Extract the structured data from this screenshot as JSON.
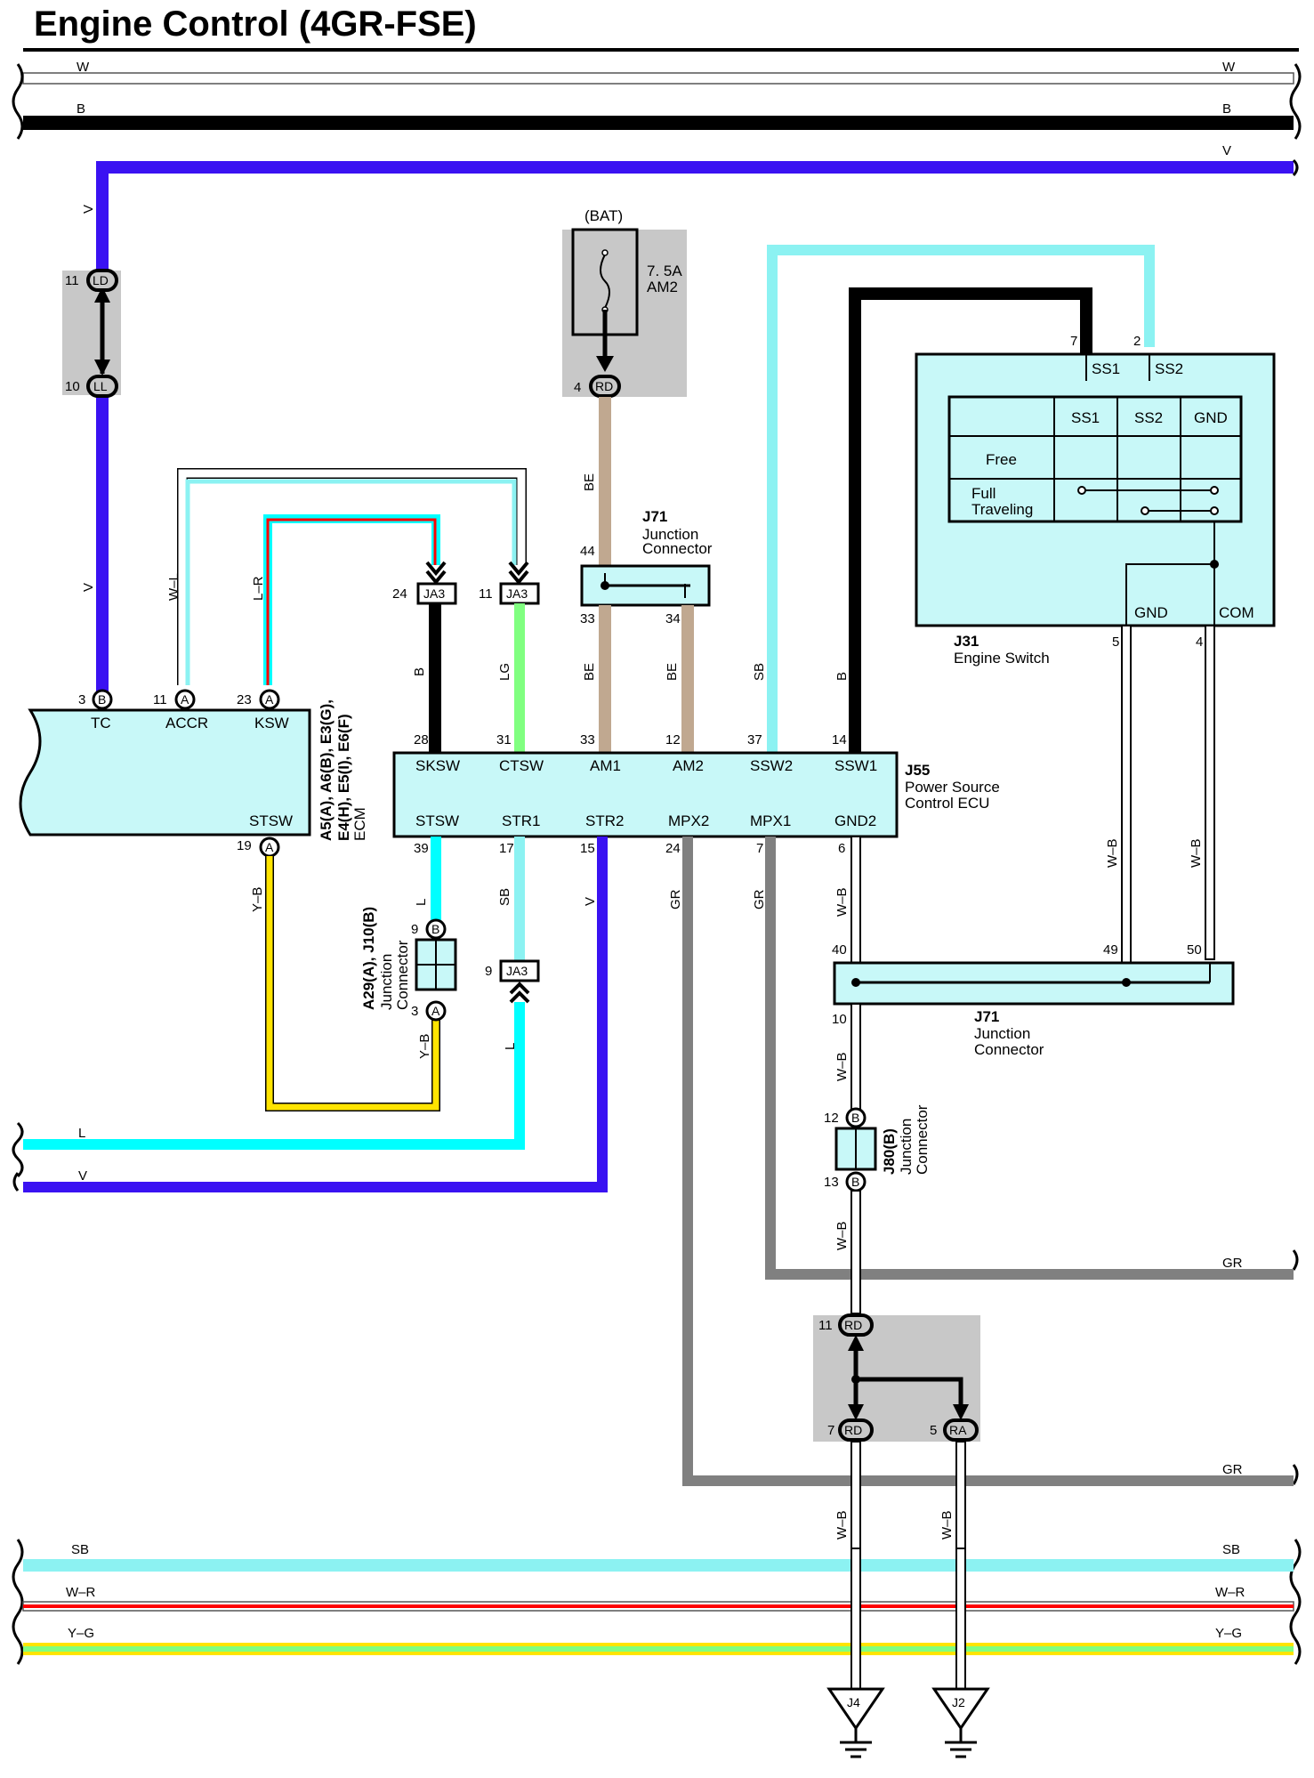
{
  "title": "Engine Control (4GR-FSE)",
  "colors": {
    "white": "#ffffff",
    "black": "#000000",
    "violet": "#3a12f2",
    "sky_blue": "#8cf2f2",
    "light_blue": "#00ffff",
    "gray": "#808080",
    "beige": "#c0a890",
    "light_green": "#80ff80",
    "yellow": "#ffe400",
    "red": "#ff0000",
    "component_fill": "#c8f8f8",
    "fuse_area": "#c8c8c8"
  },
  "bus_wires": {
    "top_w": "W",
    "top_b": "B",
    "top_v": "V",
    "left_l": "L",
    "left_v": "V",
    "right_gr_1": "GR",
    "right_gr_2": "GR",
    "bottom_sb": "SB",
    "bottom_wr": "W–R",
    "bottom_yg": "Y–G"
  },
  "wire_labels": {
    "v": "V",
    "wl": "W–L",
    "lr": "L–R",
    "yb": "Y–B",
    "b": "B",
    "lg": "LG",
    "be": "BE",
    "sb": "SB",
    "l": "L",
    "gr": "GR",
    "wb": "W–B"
  },
  "connectors": {
    "ld": "LD",
    "ll": "LL",
    "ja3": "JA3",
    "rd": "RD",
    "ra": "RA",
    "b": "B",
    "a": "A"
  },
  "pins": {
    "ld": "11",
    "ll": "10",
    "ecm_tc": "3",
    "ecm_accr": "11",
    "ecm_ksw": "23",
    "ecm_stsw": "19",
    "ja3_skw": "24",
    "ja3_lg": "11",
    "ja3_str1": "9",
    "fuse_out": "4",
    "j71_in": "44",
    "j71_out1": "33",
    "j71_out2": "34",
    "j55_skw": "28",
    "j55_ctsw": "31",
    "j55_am1": "33",
    "j55_am2": "12",
    "j55_ssw2": "37",
    "j55_ssw1": "14",
    "j55_stsw": "39",
    "j55_str1": "17",
    "j55_str2": "15",
    "j55_mpx2": "24",
    "j55_mpx1": "7",
    "j55_gnd2": "6",
    "j31_ss1": "7",
    "j31_ss2": "2",
    "j31_gnd": "5",
    "j31_com": "4",
    "a29_top": "9",
    "a29_bot": "3",
    "j71b_40": "40",
    "j71b_49": "49",
    "j71b_50": "50",
    "j71b_10": "10",
    "j80_top": "12",
    "j80_bot": "13",
    "rd_top": "11",
    "rd_bot": "7",
    "ra_bot": "5"
  },
  "ecm": {
    "terminals": [
      "TC",
      "ACCR",
      "KSW",
      "STSW"
    ],
    "codes": [
      "A5(A), A6(B), E3(G),",
      "E4(H), E5(I), E6(F)"
    ],
    "name": "ECM"
  },
  "fuse": {
    "source": "(BAT)",
    "rating": "7. 5A",
    "name": "AM2"
  },
  "j71_top": {
    "code": "J71",
    "name": [
      "Junction",
      "Connector"
    ]
  },
  "j55": {
    "code": "J55",
    "name": [
      "Power Source",
      "Control ECU"
    ],
    "terminals_top": [
      "SKSW",
      "CTSW",
      "AM1",
      "AM2",
      "SSW2",
      "SSW1"
    ],
    "terminals_bottom": [
      "STSW",
      "STR1",
      "STR2",
      "MPX2",
      "MPX1",
      "GND2"
    ]
  },
  "j31": {
    "code": "J31",
    "name": "Engine Switch",
    "pins_top": [
      "SS1",
      "SS2"
    ],
    "table_headers": [
      "SS1",
      "SS2",
      "GND"
    ],
    "rows": [
      "Free",
      "Full",
      "Traveling"
    ],
    "pins_bottom": [
      "GND",
      "COM"
    ]
  },
  "a29": {
    "code": "A29(A), J10(B)",
    "name": [
      "Junction",
      "Connector"
    ]
  },
  "j71_bottom": {
    "code": "J71",
    "name": [
      "Junction",
      "Connector"
    ]
  },
  "j80": {
    "code": "J80(B)",
    "name": [
      "Junction",
      "Connector"
    ]
  },
  "grounds": [
    "J4",
    "J2"
  ]
}
